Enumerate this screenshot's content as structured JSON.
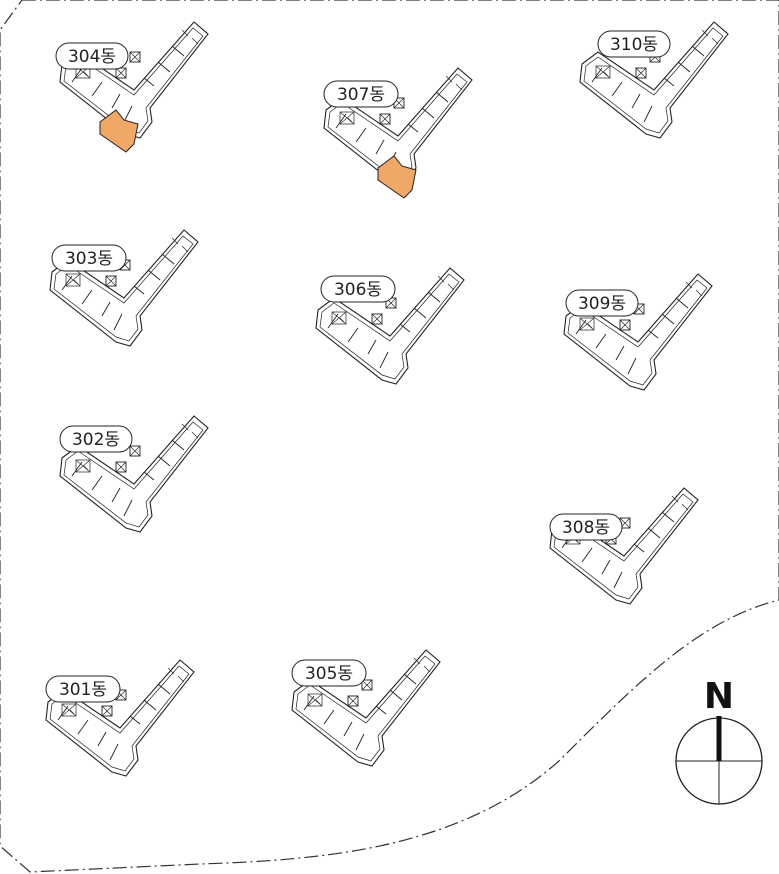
{
  "site_plan": {
    "buildings": [
      {
        "id": "304",
        "label": "304동",
        "highlighted": true
      },
      {
        "id": "307",
        "label": "307동",
        "highlighted": true
      },
      {
        "id": "310",
        "label": "310동",
        "highlighted": false
      },
      {
        "id": "303",
        "label": "303동",
        "highlighted": false
      },
      {
        "id": "306",
        "label": "306동",
        "highlighted": false
      },
      {
        "id": "309",
        "label": "309동",
        "highlighted": false
      },
      {
        "id": "302",
        "label": "302동",
        "highlighted": false
      },
      {
        "id": "308",
        "label": "308동",
        "highlighted": false
      },
      {
        "id": "301",
        "label": "301동",
        "highlighted": false
      },
      {
        "id": "305",
        "label": "305동",
        "highlighted": false
      }
    ],
    "compass": {
      "north_label": "N"
    },
    "colors": {
      "highlight": "#f0a868",
      "line": "#222222",
      "boundary": "#333333",
      "background": "#ffffff"
    }
  }
}
